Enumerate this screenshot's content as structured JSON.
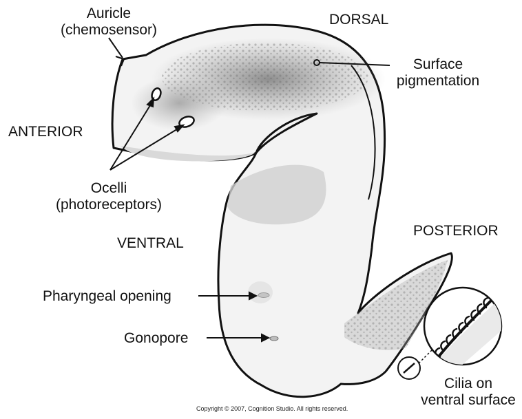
{
  "labels": {
    "auricle": {
      "line1": "Auricle",
      "line2": "(chemosensor)"
    },
    "dorsal": "DORSAL",
    "surface_pigmentation": {
      "line1": "Surface",
      "line2": "pigmentation"
    },
    "anterior": "ANTERIOR",
    "ocelli": {
      "line1": "Ocelli",
      "line2": "(photoreceptors)"
    },
    "ventral": "VENTRAL",
    "posterior": "POSTERIOR",
    "pharyngeal_opening": "Pharyngeal opening",
    "gonopore": "Gonopore",
    "cilia": {
      "line1": "Cilia on",
      "line2": "ventral surface"
    }
  },
  "copyright": "Copyright © 2007, Cognition Studio. All rights reserved.",
  "colors": {
    "outline": "#111111",
    "body_fill": "#f2f2f2",
    "pigment": "#8a8a8a",
    "shadow": "#d6d6d6"
  }
}
